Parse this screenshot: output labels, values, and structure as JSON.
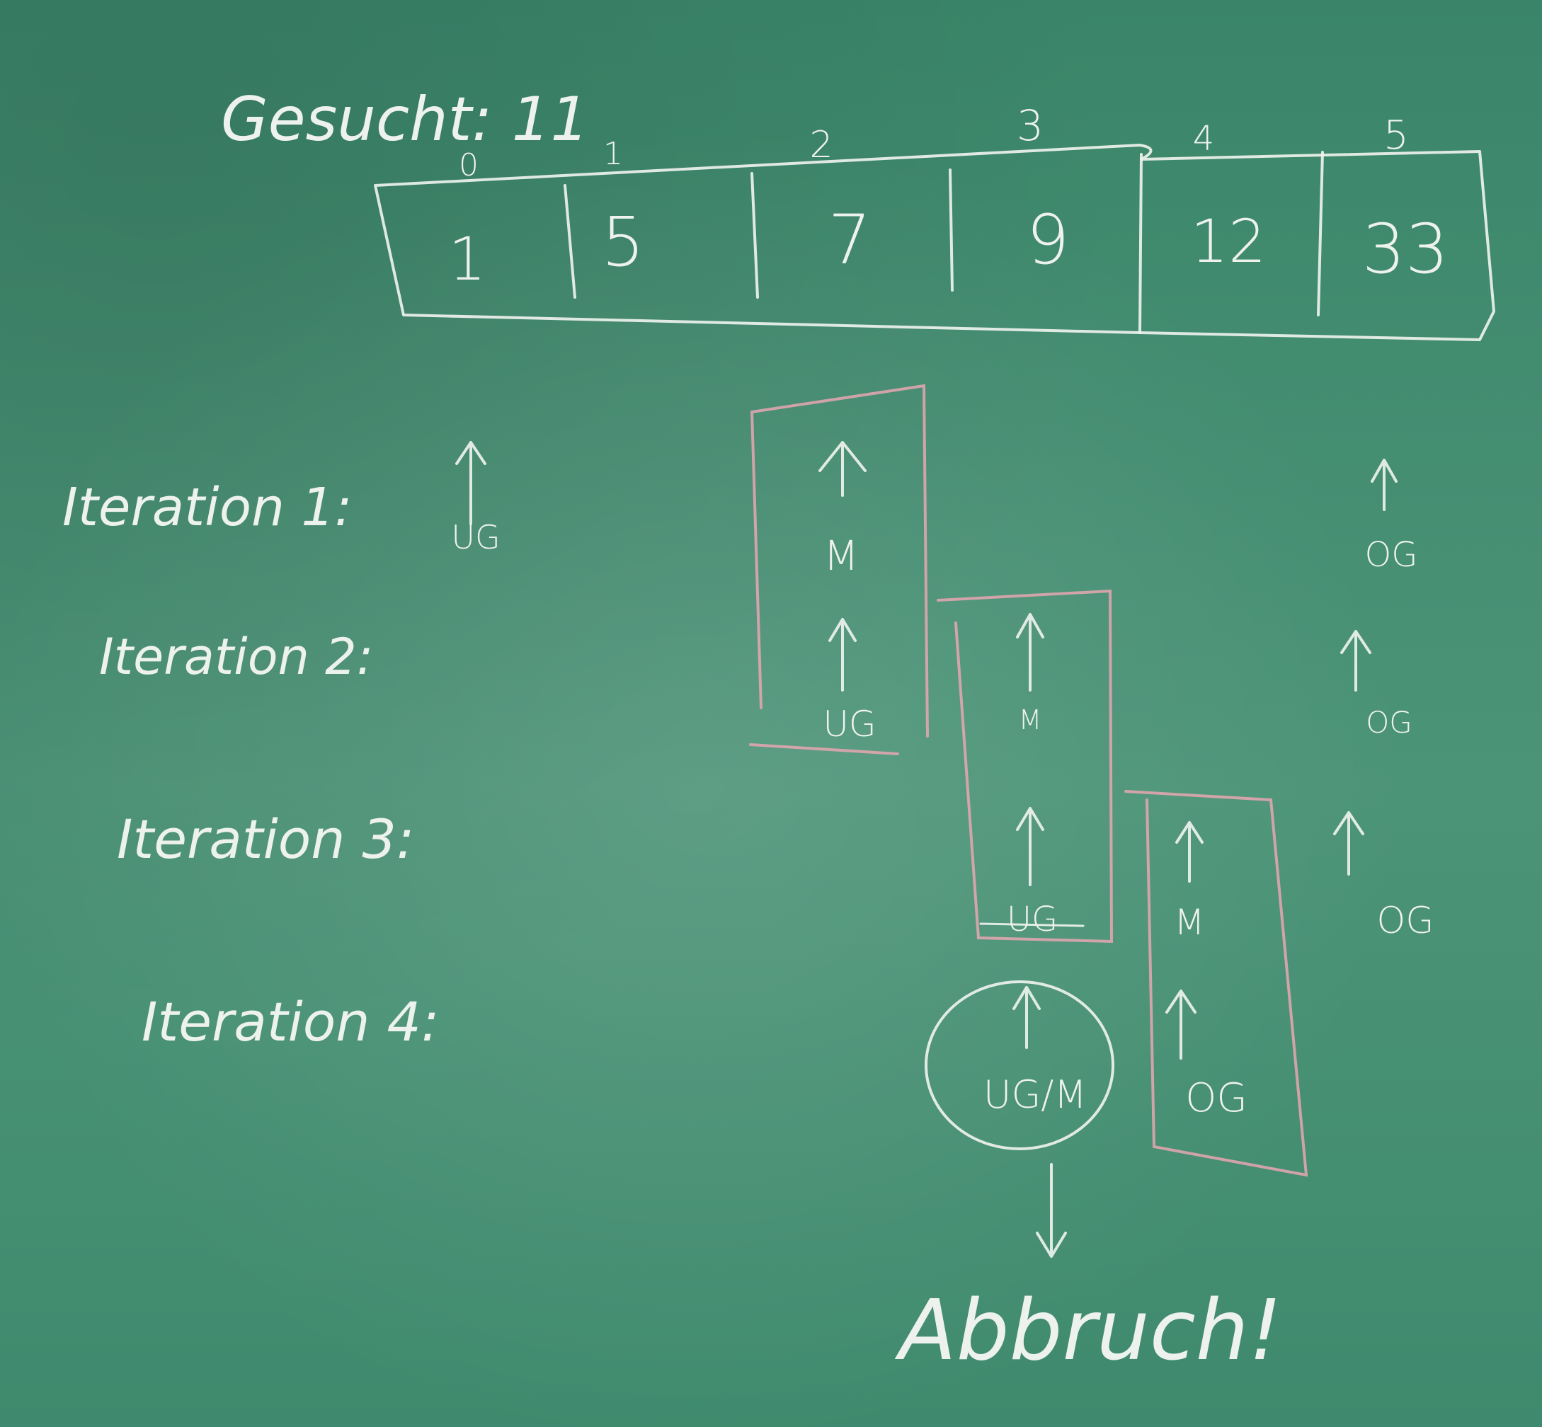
{
  "heading": "Gesucht: 11",
  "array": {
    "indices": [
      "0",
      "1",
      "2",
      "3",
      "4",
      "5"
    ],
    "values": [
      "1",
      "5",
      "7",
      "9",
      "12",
      "33"
    ]
  },
  "iterations": [
    {
      "label": "Iteration 1:"
    },
    {
      "label": "Iteration 2:"
    },
    {
      "label": "Iteration 3:"
    },
    {
      "label": "Iteration 4:"
    }
  ],
  "markers": {
    "ug": "UG",
    "og": "OG",
    "m": "M",
    "ug_m": "UG/M"
  },
  "result": "Abbruch!",
  "colors": {
    "board": "#3f8a6c",
    "chalk": "#eef2ee",
    "pink_chalk": "#e7a7b1"
  }
}
